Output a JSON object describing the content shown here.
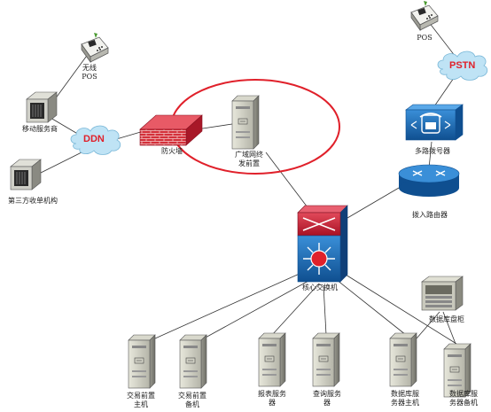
{
  "nodes": {
    "pos_wireless": "无线\nPOS",
    "mobile_provider": "移动服务商",
    "third_party": "第三方收单机构",
    "ddn": "DDN",
    "firewall": "防火墙",
    "wan_front": "广域网终\n发前置",
    "pos_top": "POS",
    "pstn": "PSTN",
    "multi_dial": "多路拨号器",
    "dial_router": "拨入路由器",
    "core_switch": "核心交换机",
    "db_array": "数据库盘柜",
    "trade_front_main": "交易前置\n主机",
    "trade_front_backup": "交易前置\n备机",
    "report_server": "报表服务\n器",
    "query_server": "查询服务\n器",
    "db_server_main": "数据库服\n务器主机",
    "db_server_backup": "数据库服\n务器备机"
  },
  "colors": {
    "cloud": "#bfe3f5",
    "cloud_text": "#e0202a",
    "highlight": "#e0202a",
    "firewall": "#d4303a",
    "switch_red": "#c8203a",
    "switch_blue": "#1e6fb8",
    "router": "#1e6fb8"
  }
}
